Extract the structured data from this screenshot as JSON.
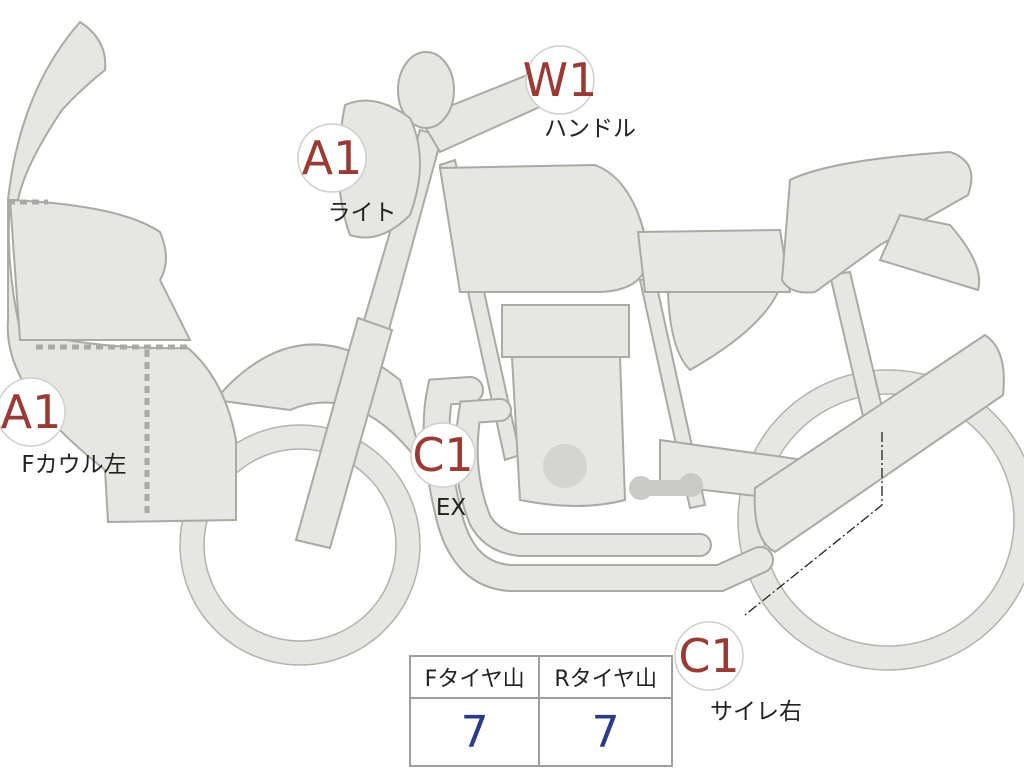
{
  "callouts": [
    {
      "code": "W1",
      "label": "ハンドル"
    },
    {
      "code": "A1",
      "label": "ライト"
    },
    {
      "code": "A1",
      "label": "Fカウル左"
    },
    {
      "code": "C1",
      "label": "EX"
    },
    {
      "code": "C1",
      "label": "サイレ右"
    }
  ],
  "tread_table": {
    "headers": [
      "Fタイヤ山",
      "Rタイヤ山"
    ],
    "values": [
      "7",
      "7"
    ]
  },
  "colors": {
    "body": "#e6e6e3",
    "outline": "#a9a9a5",
    "code": "#9a3a34",
    "value": "#2b3a8a"
  }
}
